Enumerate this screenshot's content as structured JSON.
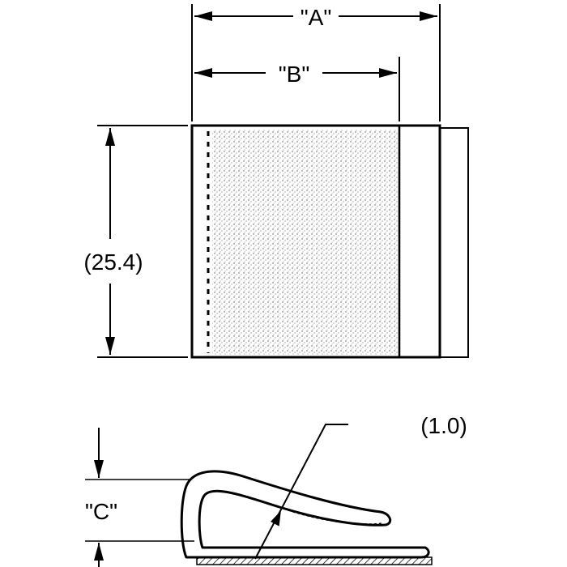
{
  "labels": {
    "dim_a": "\"A\"",
    "dim_b": "\"B\"",
    "dim_height": "(25.4)",
    "dim_c": "\"C\"",
    "dim_thickness": "(1.0)"
  },
  "colors": {
    "ink": "#000000",
    "background": "#ffffff"
  }
}
